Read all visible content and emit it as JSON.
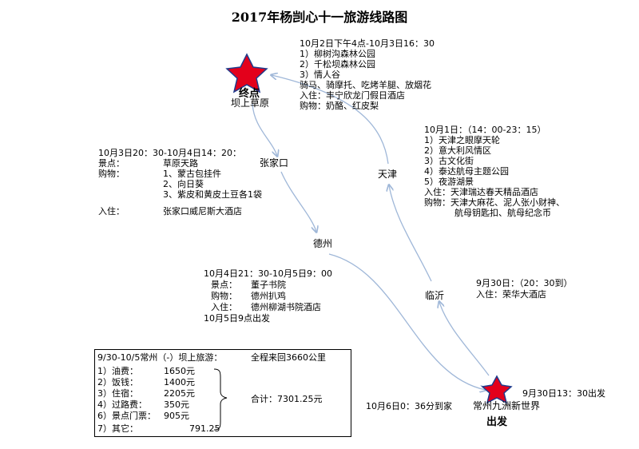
{
  "title": "2017年杨剀心十一旅游线路图",
  "colors": {
    "star_fill": "#e3001b",
    "star_stroke": "#1f3b8c",
    "route": "#9fb7d8"
  },
  "endpoint": {
    "label": "终点",
    "place": "坝上草原"
  },
  "start": {
    "label": "出发",
    "place": "常州九洲新世界",
    "depart": "9月30日13：30出发",
    "arrive_home": "10月6日0：36分到家"
  },
  "cities": {
    "zhangjiakou": "张家口",
    "dezhou": "德州",
    "tianjin": "天津",
    "linyi": "临沂"
  },
  "block_oct2": [
    "10月2日下午4点-10月3日16：30",
    "1）柳树沟森林公园",
    "2）千松坝森林公园",
    "3）情人谷",
    "骑马、骑摩托、吃烤羊腿、放烟花",
    "入住：丰宁欣龙门假日酒店",
    "购物：奶酪、红皮梨"
  ],
  "block_oct1": [
    "10月1日：（14：00-23：15）",
    "1）天津之眼摩天轮",
    "2）意大利风情区",
    "3）古文化街",
    "4）泰达航母主题公园",
    "5）夜游湖景",
    "入住：天津瑞达春天精品酒店",
    "购物：天津大麻花、泥人张小财神、",
    "航母钥匙扣、航母纪念币"
  ],
  "block_oct3": {
    "header": "10月3日20：30-10月4日14：20：",
    "k_sight": "景点：",
    "v_sight": "草原天路",
    "k_shop": "购物：",
    "shop": [
      "1、蒙古包挂件",
      "2、向日葵",
      "3、紫皮和黄皮土豆各1袋"
    ],
    "k_stay": "入住：",
    "v_stay": "张家口威尼斯大酒店"
  },
  "block_oct4": {
    "header": "10月4日21：30-10月5日9：00",
    "k_sight": "景点：",
    "v_sight": "董子书院",
    "k_shop": "购物：",
    "v_shop": "德州扒鸡",
    "k_stay": "入住：",
    "v_stay": "德州柳湖书院酒店",
    "footer": "10月5日9点出发"
  },
  "block_sep30": {
    "header": "9月30日：（20：30到）",
    "stay": "入住：荣华大酒店"
  },
  "cost": {
    "header": "9/30-10/5常州（-）坝上旅游：",
    "distance": "全程来回3660公里",
    "items": [
      {
        "k": "1）油费：",
        "v": "1650元"
      },
      {
        "k": "2）饭钱：",
        "v": "1400元"
      },
      {
        "k": "3）住宿：",
        "v": "2205元"
      },
      {
        "k": "4）过路费：",
        "v": "350元"
      },
      {
        "k": "6）景点门票：",
        "v": "905元"
      },
      {
        "k": "7）其它：",
        "v": "791.25"
      }
    ],
    "total": "合计：7301.25元"
  }
}
